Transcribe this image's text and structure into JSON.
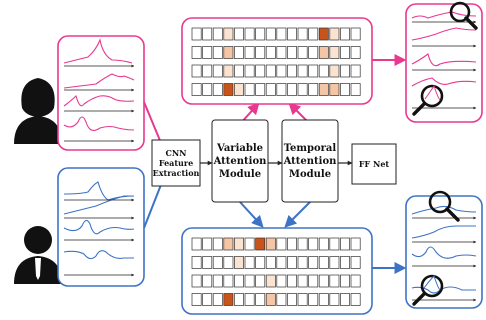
{
  "modules": {
    "cnn": [
      "CNN",
      "Feature",
      "Extraction"
    ],
    "variable": [
      "Variable",
      "Attention",
      "Module"
    ],
    "temporal": [
      "Temporal",
      "Attention",
      "Module"
    ],
    "ff": [
      "FF Net"
    ]
  },
  "colors": {
    "female": "#e8388f",
    "male": "#3d73c4",
    "person": "#111111",
    "heat_levels": [
      "#ffffff",
      "#fbe3d2",
      "#f5c6a6",
      "#e9a27a",
      "#c8541b"
    ]
  },
  "heatmaps": {
    "top": [
      [
        0,
        0,
        0,
        1,
        0,
        0,
        0,
        0,
        0,
        0,
        0,
        0,
        4,
        1,
        0,
        0
      ],
      [
        0,
        0,
        0,
        2,
        0,
        0,
        0,
        0,
        0,
        0,
        0,
        0,
        2,
        1,
        0,
        0
      ],
      [
        0,
        0,
        0,
        1,
        0,
        0,
        0,
        0,
        0,
        0,
        0,
        0,
        0,
        1,
        0,
        0
      ],
      [
        0,
        0,
        0,
        4,
        1,
        0,
        0,
        0,
        0,
        0,
        0,
        0,
        2,
        2,
        0,
        0
      ]
    ],
    "bottom": [
      [
        0,
        0,
        0,
        2,
        1,
        0,
        4,
        2,
        0,
        0,
        0,
        0,
        0,
        0,
        0,
        0
      ],
      [
        0,
        0,
        0,
        0,
        1,
        0,
        0,
        0,
        0,
        0,
        0,
        0,
        0,
        0,
        0,
        0
      ],
      [
        0,
        0,
        0,
        0,
        0,
        0,
        0,
        1,
        0,
        0,
        0,
        0,
        0,
        0,
        0,
        0
      ],
      [
        0,
        0,
        0,
        4,
        0,
        0,
        0,
        2,
        0,
        0,
        0,
        0,
        0,
        0,
        0,
        0
      ]
    ]
  }
}
